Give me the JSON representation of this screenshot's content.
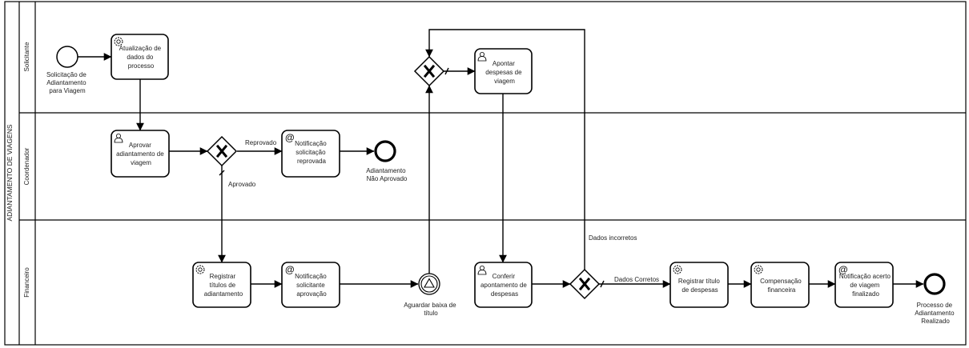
{
  "pool": {
    "label": "ADIANTAMENTO DE VIAGENS"
  },
  "lanes": [
    {
      "id": "solicitante",
      "label": "Solicitante"
    },
    {
      "id": "coordenador",
      "label": "Coordenador"
    },
    {
      "id": "financeiro",
      "label": "Financeiro"
    }
  ],
  "tasks": [
    {
      "id": "t_atualizacao",
      "kind": "service",
      "icon": "gear-icon",
      "lines": [
        "Atualização de",
        "dados do",
        "processo"
      ]
    },
    {
      "id": "t_aprovar",
      "kind": "user",
      "icon": "user-icon",
      "lines": [
        "Aprovar",
        "adiantamento de",
        "viagem"
      ]
    },
    {
      "id": "t_notif_reprovada",
      "kind": "send",
      "icon": "at-icon",
      "lines": [
        "Notificação",
        "solicitação",
        "reprovada"
      ]
    },
    {
      "id": "t_registrar_titulos",
      "kind": "service",
      "icon": "gear-icon",
      "lines": [
        "Registrar",
        "títulos de",
        "adiantamento"
      ]
    },
    {
      "id": "t_notif_aprovacao",
      "kind": "send",
      "icon": "at-icon",
      "lines": [
        "Notificação",
        "solicitante",
        "aprovação"
      ]
    },
    {
      "id": "t_apontar",
      "kind": "user",
      "icon": "user-icon",
      "lines": [
        "Apontar",
        "despesas de",
        "viagem"
      ]
    },
    {
      "id": "t_conferir",
      "kind": "user",
      "icon": "user-icon",
      "lines": [
        "Conferir",
        "apontamento de",
        "despesas"
      ]
    },
    {
      "id": "t_registrar_despesas",
      "kind": "service",
      "icon": "gear-icon",
      "lines": [
        "Registrar título",
        "de despesas"
      ]
    },
    {
      "id": "t_compensacao",
      "kind": "service",
      "icon": "gear-icon",
      "lines": [
        "Compensação",
        "financeira"
      ]
    },
    {
      "id": "t_notif_acerto",
      "kind": "send",
      "icon": "at-icon",
      "lines": [
        "Notificação acerto",
        "de viagem",
        "finalizado"
      ]
    }
  ],
  "events": [
    {
      "id": "e_start",
      "kind": "start",
      "lines": [
        "Solicitação de",
        "Adiantamento",
        "para Viagem"
      ]
    },
    {
      "id": "e_end_reprovado",
      "kind": "end",
      "lines": [
        "Adiantamento",
        "Não Aprovado"
      ]
    },
    {
      "id": "e_intermediate",
      "kind": "intermediate",
      "icon": "triangle-icon",
      "lines": [
        "Aguardar baixa de",
        "título"
      ]
    },
    {
      "id": "e_end_final",
      "kind": "end",
      "lines": [
        "Processo de",
        "Adiantamento",
        "Realizado"
      ]
    }
  ],
  "gateways": [
    {
      "id": "g_aprovacao",
      "kind": "exclusive"
    },
    {
      "id": "g_merge",
      "kind": "exclusive"
    },
    {
      "id": "g_conferencia",
      "kind": "exclusive"
    }
  ],
  "flow_labels": [
    {
      "id": "f_reprovado",
      "text": "Reprovado"
    },
    {
      "id": "f_aprovado",
      "text": "Aprovado"
    },
    {
      "id": "f_dados_incorretos",
      "text": "Dados incorretos"
    },
    {
      "id": "f_dados_corretos",
      "text": "Dados Corretos"
    }
  ]
}
